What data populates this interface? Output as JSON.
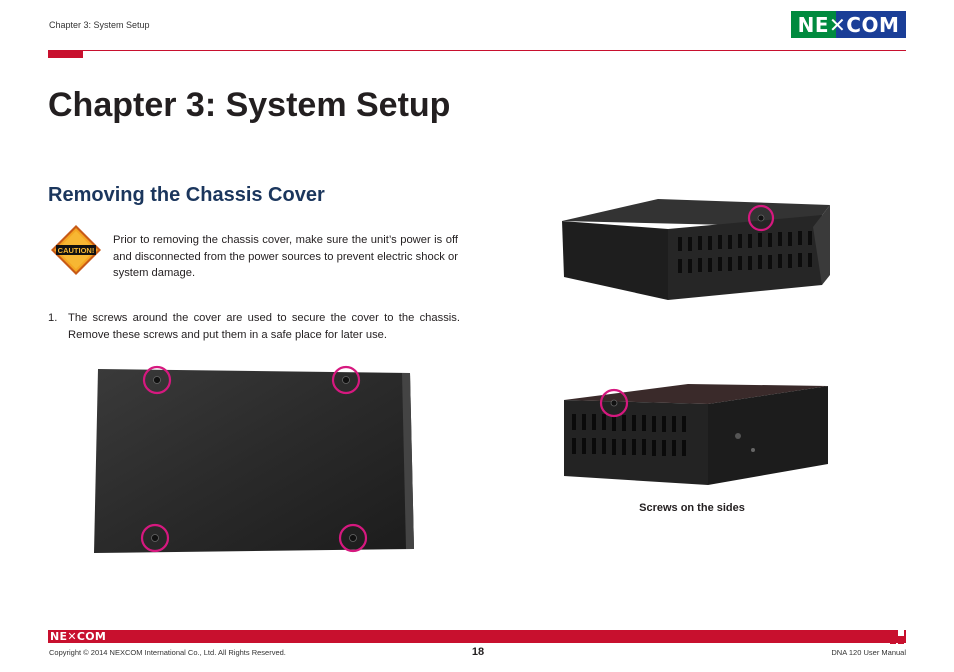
{
  "header": {
    "section": "Chapter 3: System Setup",
    "logo_text": "NE✕COM"
  },
  "page_title": "Chapter 3: System Setup",
  "section_title": "Removing the Chassis Cover",
  "caution": {
    "badge": "CAUTION!",
    "text": "Prior to removing the chassis cover, make sure the unit’s power is off and disconnected from the power sources to prevent electric shock or system damage."
  },
  "steps": [
    {
      "number": "1.",
      "text": "The screws around the cover are used to secure the cover to the chassis. Remove these screws and put them in a safe place for later use."
    }
  ],
  "figure_caption": "Screws on the sides",
  "colors": {
    "brand_red": "#c8102e",
    "brand_green": "#008a3e",
    "brand_blue": "#1a3e97",
    "heading_blue": "#1b365d",
    "highlight_circle": "#d6187f"
  },
  "footer": {
    "logo_text": "NE✕COM",
    "copyright": "Copyright © 2014 NEXCOM International Co., Ltd. All Rights Reserved.",
    "page_number": "18",
    "manual": "DNA 120 User Manual"
  }
}
